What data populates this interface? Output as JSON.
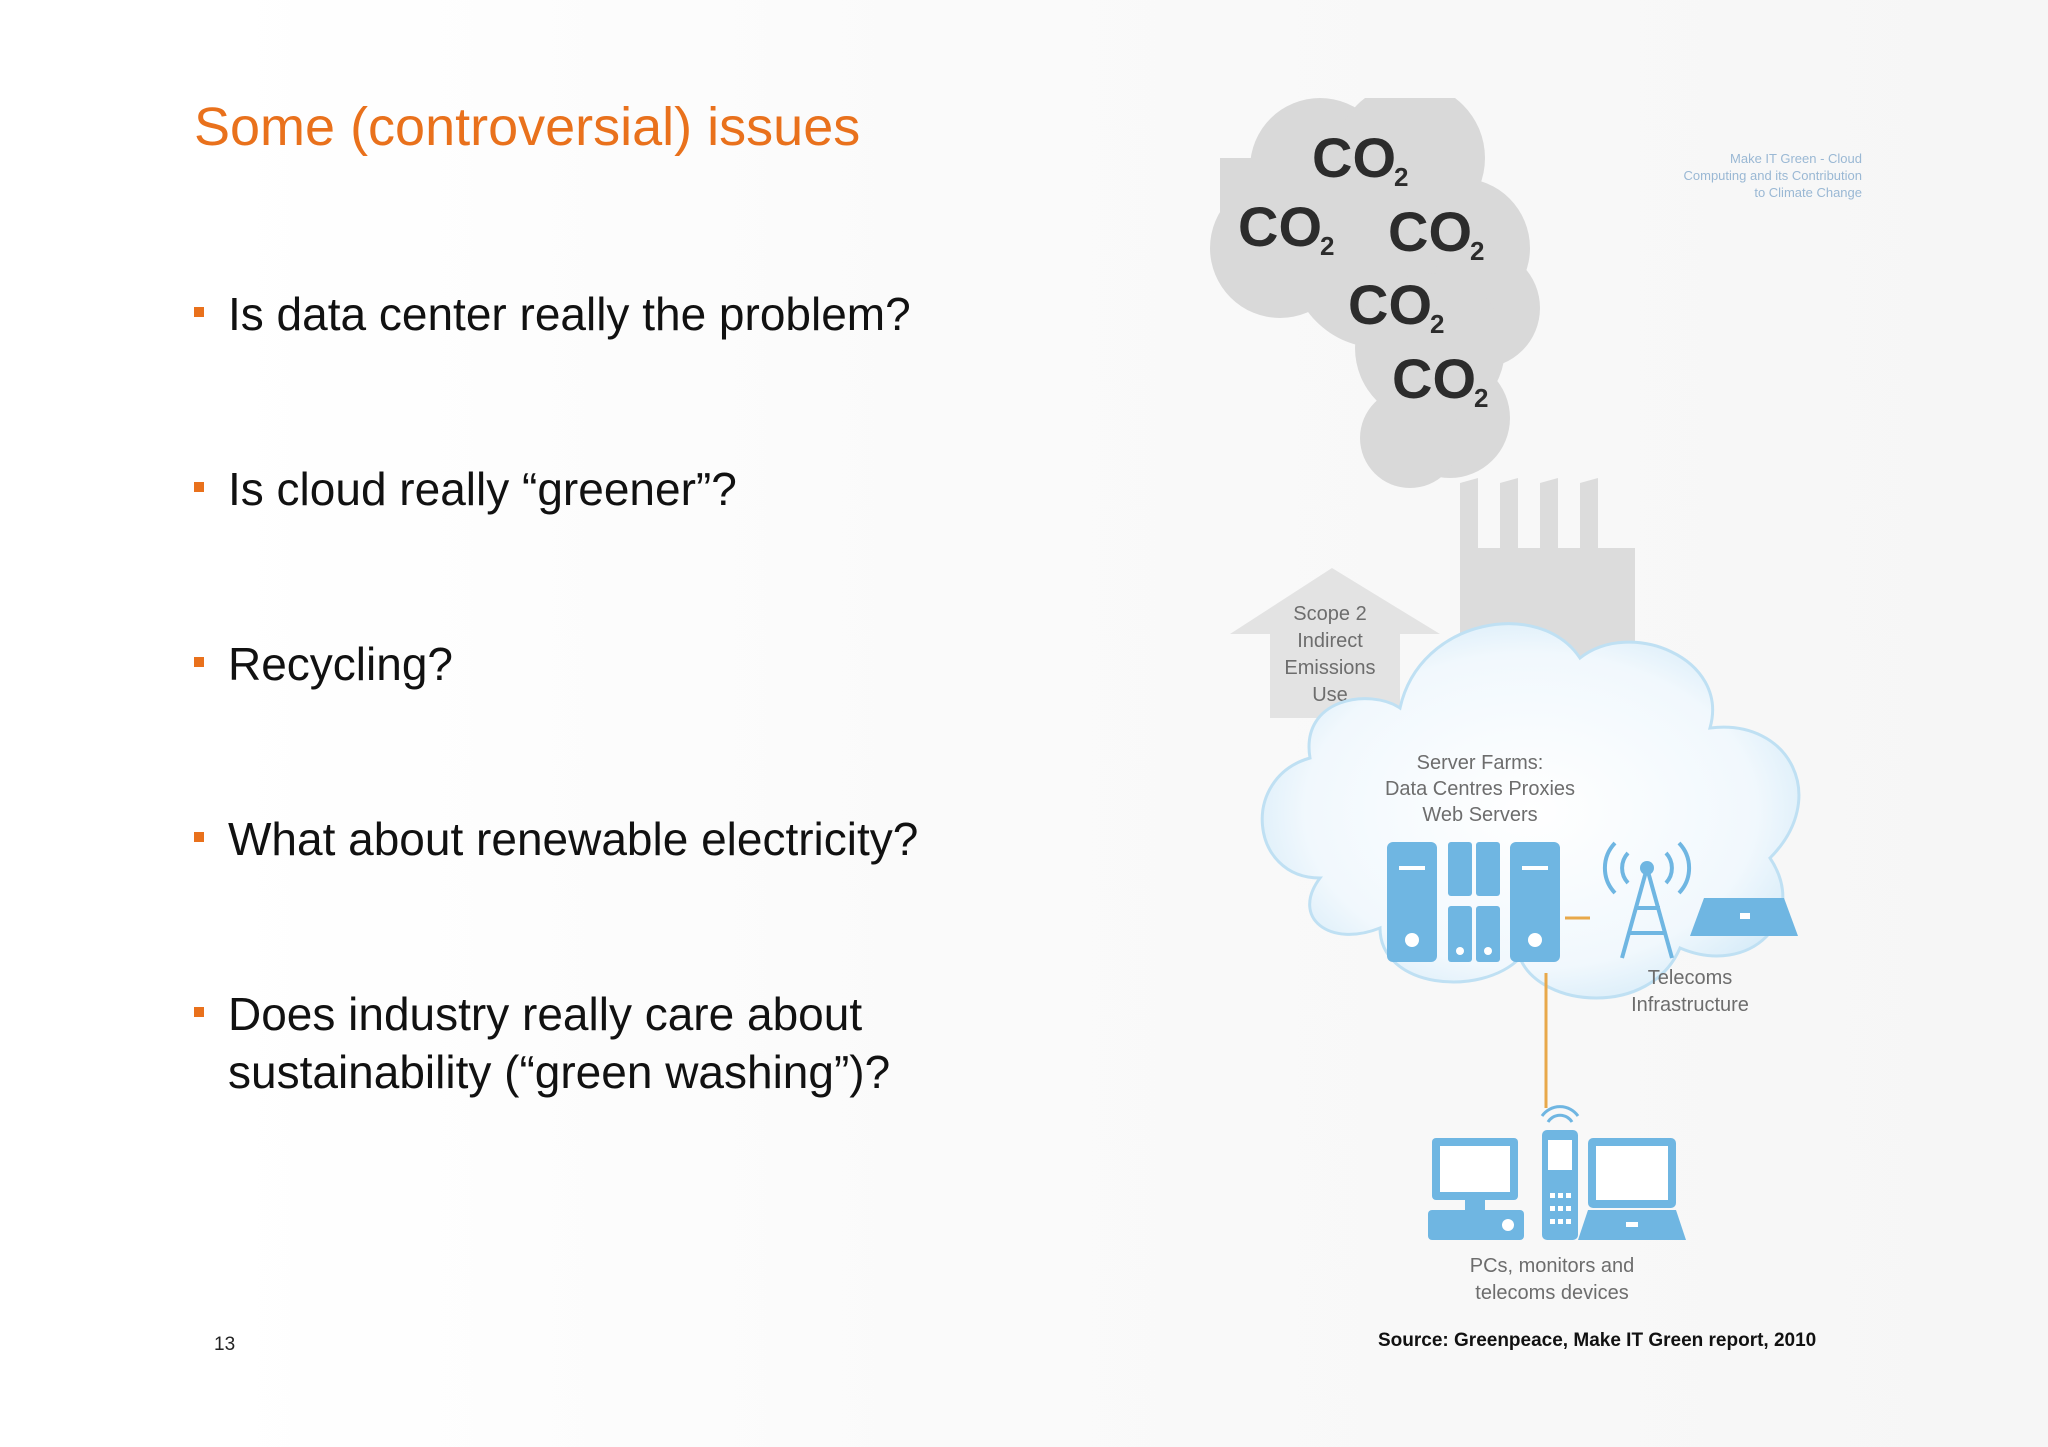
{
  "slide": {
    "title": "Some (controversial) issues",
    "bullets": [
      "Is data center really the problem?",
      "Is cloud really “greener”?",
      "Recycling?",
      "What about renewable electricity?",
      "Does industry really care about",
      "sustainability (“green washing”)?"
    ],
    "page_number": "13",
    "source": "Source: Greenpeace, Make IT Green report, 2010"
  },
  "figure": {
    "report_title": [
      "Make IT Green - Cloud",
      "Computing and its Contribution",
      "to Climate Change"
    ],
    "co2_label": "CO",
    "co2_subscript": "2",
    "scope_label": [
      "Scope 2",
      "Indirect",
      "Emissions",
      "Use"
    ],
    "server_label": [
      "Server Farms:",
      "Data Centres Proxies",
      "Web Servers"
    ],
    "telecoms_label": [
      "Telecoms",
      "Infrastructure"
    ],
    "devices_label": [
      "PCs, monitors and",
      "telecoms devices"
    ],
    "colors": {
      "accent": "#e9711c",
      "smoke": "#d9d9d9",
      "factory": "#dcdcdc",
      "device_blue": "#6fb6e2",
      "cloud_edge": "#bfe0f3",
      "link_line": "#e8a84a"
    },
    "icons": [
      "co2-smoke-icon",
      "factory-icon",
      "up-arrow-icon",
      "cloud-icon",
      "server-icon",
      "antenna-icon",
      "router-icon",
      "desktop-icon",
      "phone-icon",
      "laptop-icon"
    ]
  }
}
